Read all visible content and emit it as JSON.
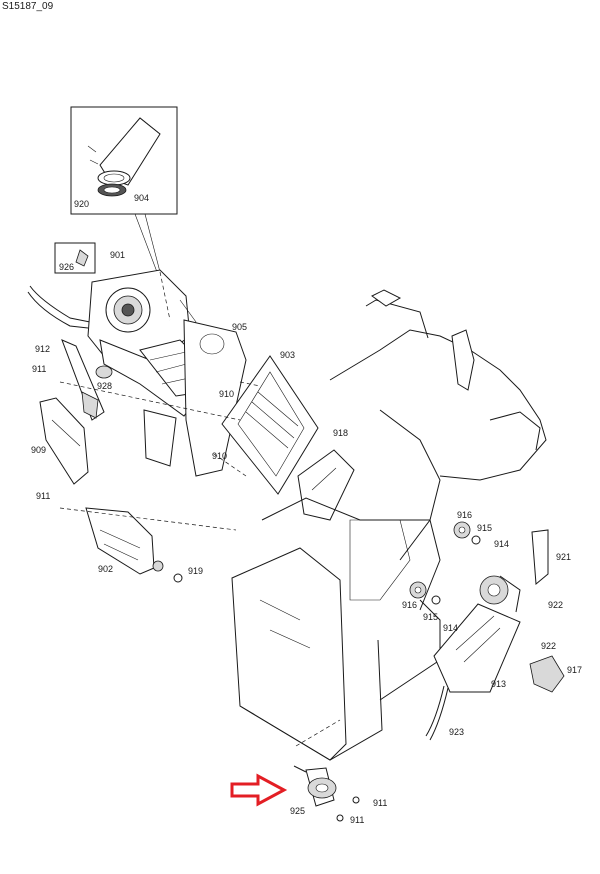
{
  "drawing_id": "S15187_09",
  "callouts": [
    {
      "key": "920",
      "text": "920"
    },
    {
      "key": "904",
      "text": "904"
    },
    {
      "key": "926",
      "text": "926"
    },
    {
      "key": "901",
      "text": "901"
    },
    {
      "key": "905",
      "text": "905"
    },
    {
      "key": "912",
      "text": "912"
    },
    {
      "key": "911a",
      "text": "911"
    },
    {
      "key": "928",
      "text": "928"
    },
    {
      "key": "903",
      "text": "903"
    },
    {
      "key": "910a",
      "text": "910"
    },
    {
      "key": "909",
      "text": "909"
    },
    {
      "key": "918",
      "text": "918"
    },
    {
      "key": "910b",
      "text": "910"
    },
    {
      "key": "911b",
      "text": "911"
    },
    {
      "key": "902",
      "text": "902"
    },
    {
      "key": "919",
      "text": "919"
    },
    {
      "key": "916a",
      "text": "916"
    },
    {
      "key": "915a",
      "text": "915"
    },
    {
      "key": "914a",
      "text": "914"
    },
    {
      "key": "921",
      "text": "921"
    },
    {
      "key": "916b",
      "text": "916"
    },
    {
      "key": "915b",
      "text": "915"
    },
    {
      "key": "914b",
      "text": "914"
    },
    {
      "key": "922a",
      "text": "922"
    },
    {
      "key": "922b",
      "text": "922"
    },
    {
      "key": "917",
      "text": "917"
    },
    {
      "key": "913",
      "text": "913"
    },
    {
      "key": "923",
      "text": "923"
    },
    {
      "key": "925",
      "text": "925"
    },
    {
      "key": "911c",
      "text": "911"
    },
    {
      "key": "911d",
      "text": "911"
    }
  ],
  "highlight": {
    "color": "#e31e24",
    "target": "925"
  }
}
